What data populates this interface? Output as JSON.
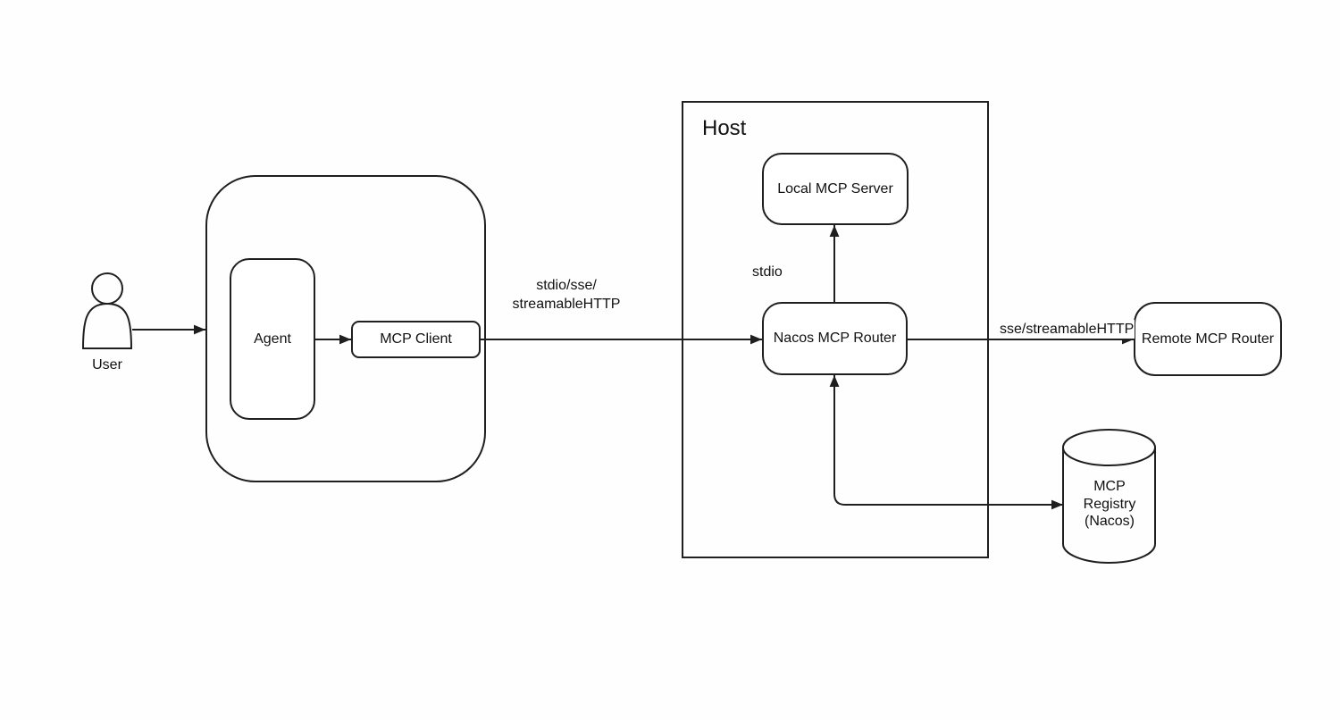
{
  "diagram": {
    "nodes": {
      "user": {
        "label": "User"
      },
      "agent": {
        "label": "Agent"
      },
      "mcp_client": {
        "label": "MCP Client"
      },
      "host": {
        "label": "Host"
      },
      "local_mcp_server": {
        "label": "Local MCP Server"
      },
      "nacos_mcp_router": {
        "label": "Nacos MCP Router"
      },
      "remote_mcp_router": {
        "label": "Remote MCP Router"
      },
      "mcp_registry": {
        "label": "MCP\nRegistry\n(Nacos)"
      }
    },
    "edge_labels": {
      "client_to_router": "stdio/sse/\nstreamableHTTP",
      "router_to_local_server": "stdio",
      "router_to_remote_router": "sse/streamableHTTP"
    },
    "colors": {
      "background": "#fefefe",
      "stroke": "#1f1f1f",
      "text": "#111111"
    }
  }
}
